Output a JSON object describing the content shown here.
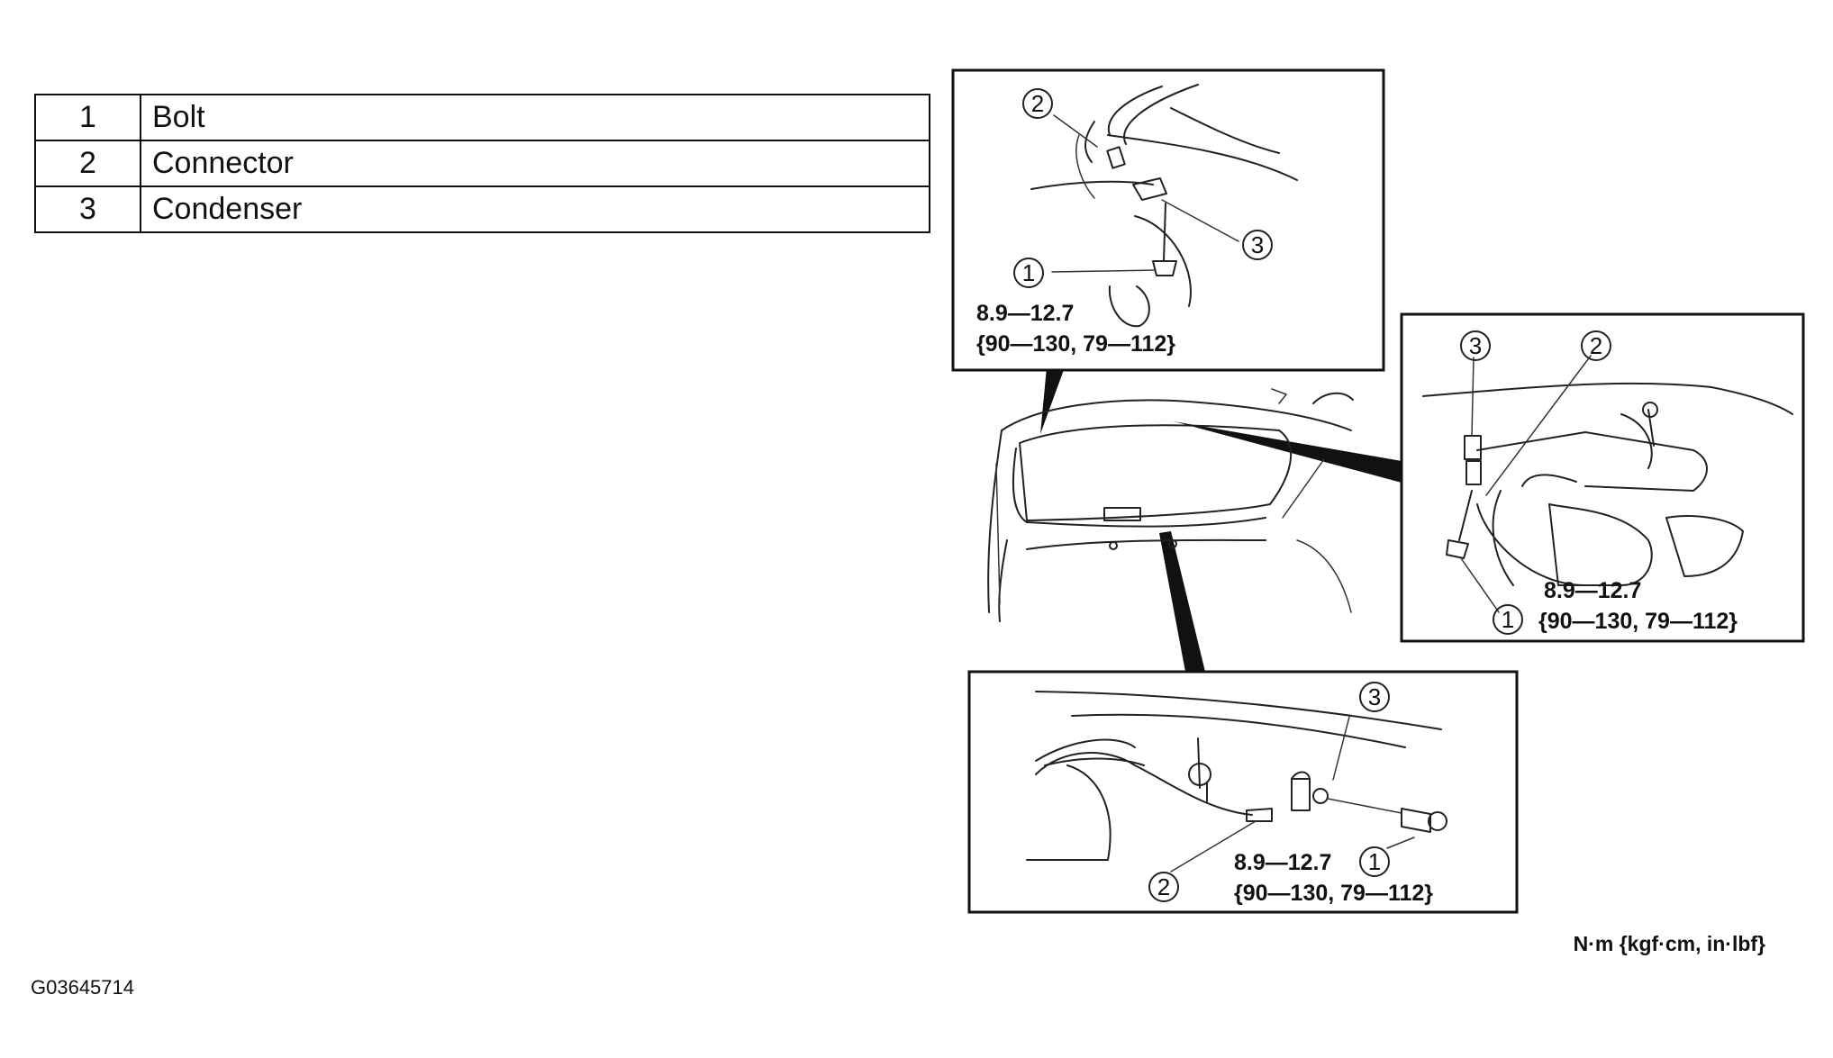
{
  "legend": [
    {
      "num": "1",
      "label": "Bolt"
    },
    {
      "num": "2",
      "label": "Connector"
    },
    {
      "num": "3",
      "label": "Condenser"
    }
  ],
  "callouts": {
    "one": "1",
    "two": "2",
    "three": "3"
  },
  "torque": {
    "range": "8.9—12.7",
    "alt": "{90—130, 79—112}"
  },
  "units_note": "N·m {kgf·cm, in·lbf}",
  "figure_code": "G03645714"
}
